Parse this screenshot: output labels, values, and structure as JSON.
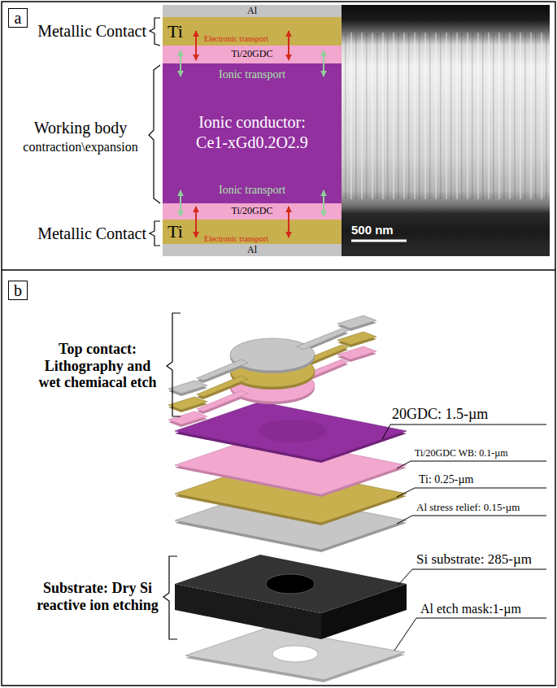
{
  "diagram": {
    "nodes": [
      {
        "text": [
          "a"
        ]
      },
      {
        "text": [
          "Al"
        ]
      },
      {
        "text": [
          "Ti",
          "Electronic transport"
        ]
      },
      {
        "text": [
          "Ti/20GDC"
        ]
      },
      {
        "text": [
          "Ionic transport",
          "Ionic conductor: Ce1-xGd0.2O2.9",
          "Ionic transport"
        ]
      },
      {
        "text": [
          "Ti/20GDC"
        ]
      },
      {
        "text": [
          "Ti",
          "Electronic transport"
        ]
      },
      {
        "text": [
          "Al"
        ]
      },
      {
        "text": [
          "b"
        ]
      }
    ],
    "labels": [
      "Metallic Contact",
      "Working body",
      "contraction\\expansion",
      "Metallic Contact",
      "500 nm",
      "Top contact: Lithography and wet chemiacal etch",
      "20GDC: 1.5-µm",
      "Ti/20GDC WB: 0.1-µm",
      "Ti: 0.25-µm",
      "Al stress relief: 0.15-µm",
      "Substrate: Dry Si reactive ion etching",
      "Si substrate: 285-µm",
      "Al etch mask:1-µm"
    ]
  }
}
